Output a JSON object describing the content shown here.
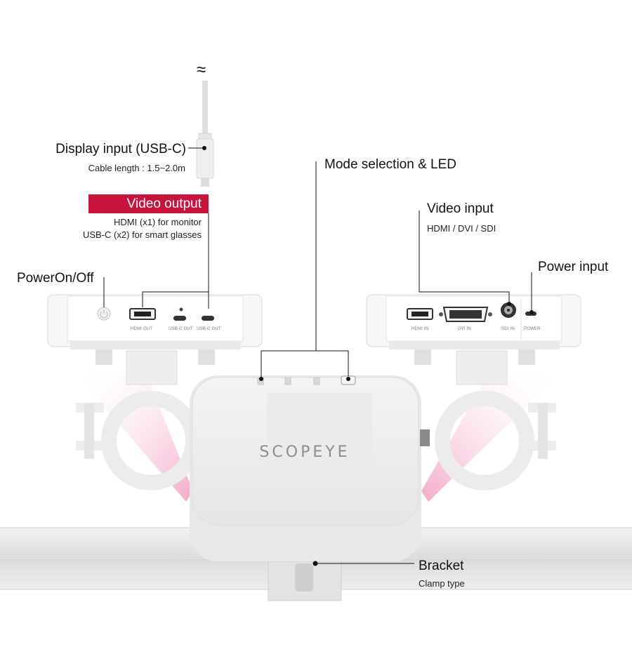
{
  "cable": {
    "icon": "approx-icon",
    "title": "Display input (USB-C)",
    "subtitle": "Cable length : 1.5~2.0m"
  },
  "video_output": {
    "badge": "Video output",
    "line1": "HDMI (x1) for monitor",
    "line2": "USB-C (x2) for smart glasses"
  },
  "power_switch": {
    "label": "PowerOn/Off"
  },
  "mode": {
    "label": "Mode selection & LED"
  },
  "video_input": {
    "title": "Video input",
    "subtitle": "HDMI / DVI / SDI"
  },
  "power_input": {
    "label": "Power input"
  },
  "bracket": {
    "title": "Bracket",
    "subtitle": "Clamp type"
  },
  "left_unit_ports": [
    "HDMI OUT",
    "USB-C OUT",
    "USB-C OUT"
  ],
  "right_unit_ports": [
    "HDMI IN",
    "DVI IN",
    "SDI IN",
    "POWER"
  ],
  "brand": "SCOPEYE",
  "colors": {
    "accent": "#c8143c",
    "glow": "#f3a3c4"
  }
}
